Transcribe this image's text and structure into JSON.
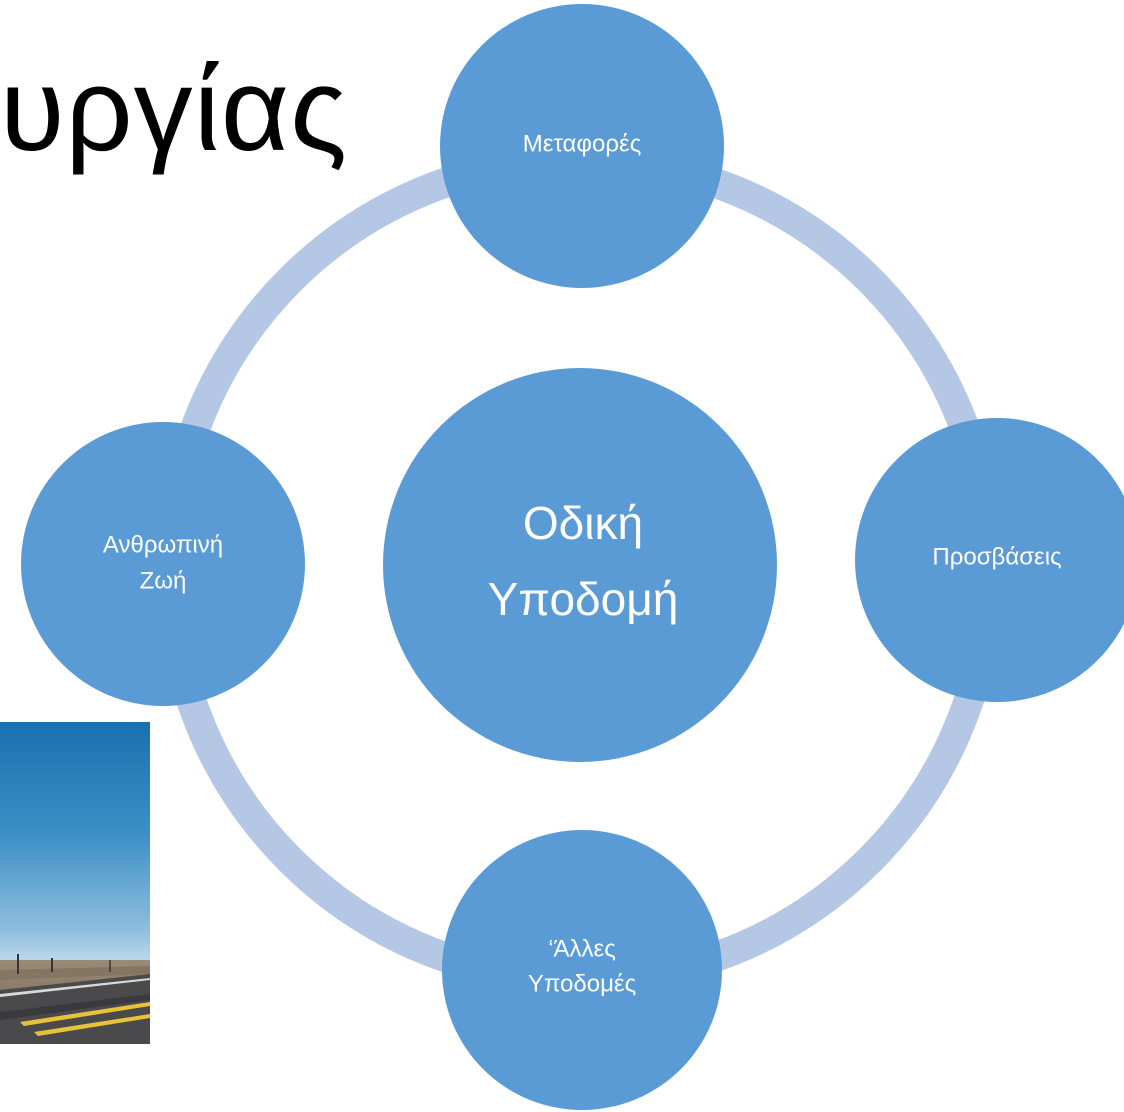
{
  "title_fragment": "υργίας",
  "diagram": {
    "ring_color": "#b4c8e6",
    "node_color": "#5b9bd5",
    "node_text_color": "#ffffff",
    "center": {
      "line1": "Οδική",
      "line2": "Υποδομή"
    },
    "nodes": {
      "top": {
        "line1": "Μεταφορές"
      },
      "right": {
        "line1": "Προσβάσεις"
      },
      "bottom": {
        "line1": "‘Άλλες",
        "line2": "Υποδομές"
      },
      "left": {
        "line1": "Ανθρωπινή",
        "line2": "Ζωή"
      }
    }
  },
  "photo": {
    "subject": "desert highway with blue sky"
  }
}
